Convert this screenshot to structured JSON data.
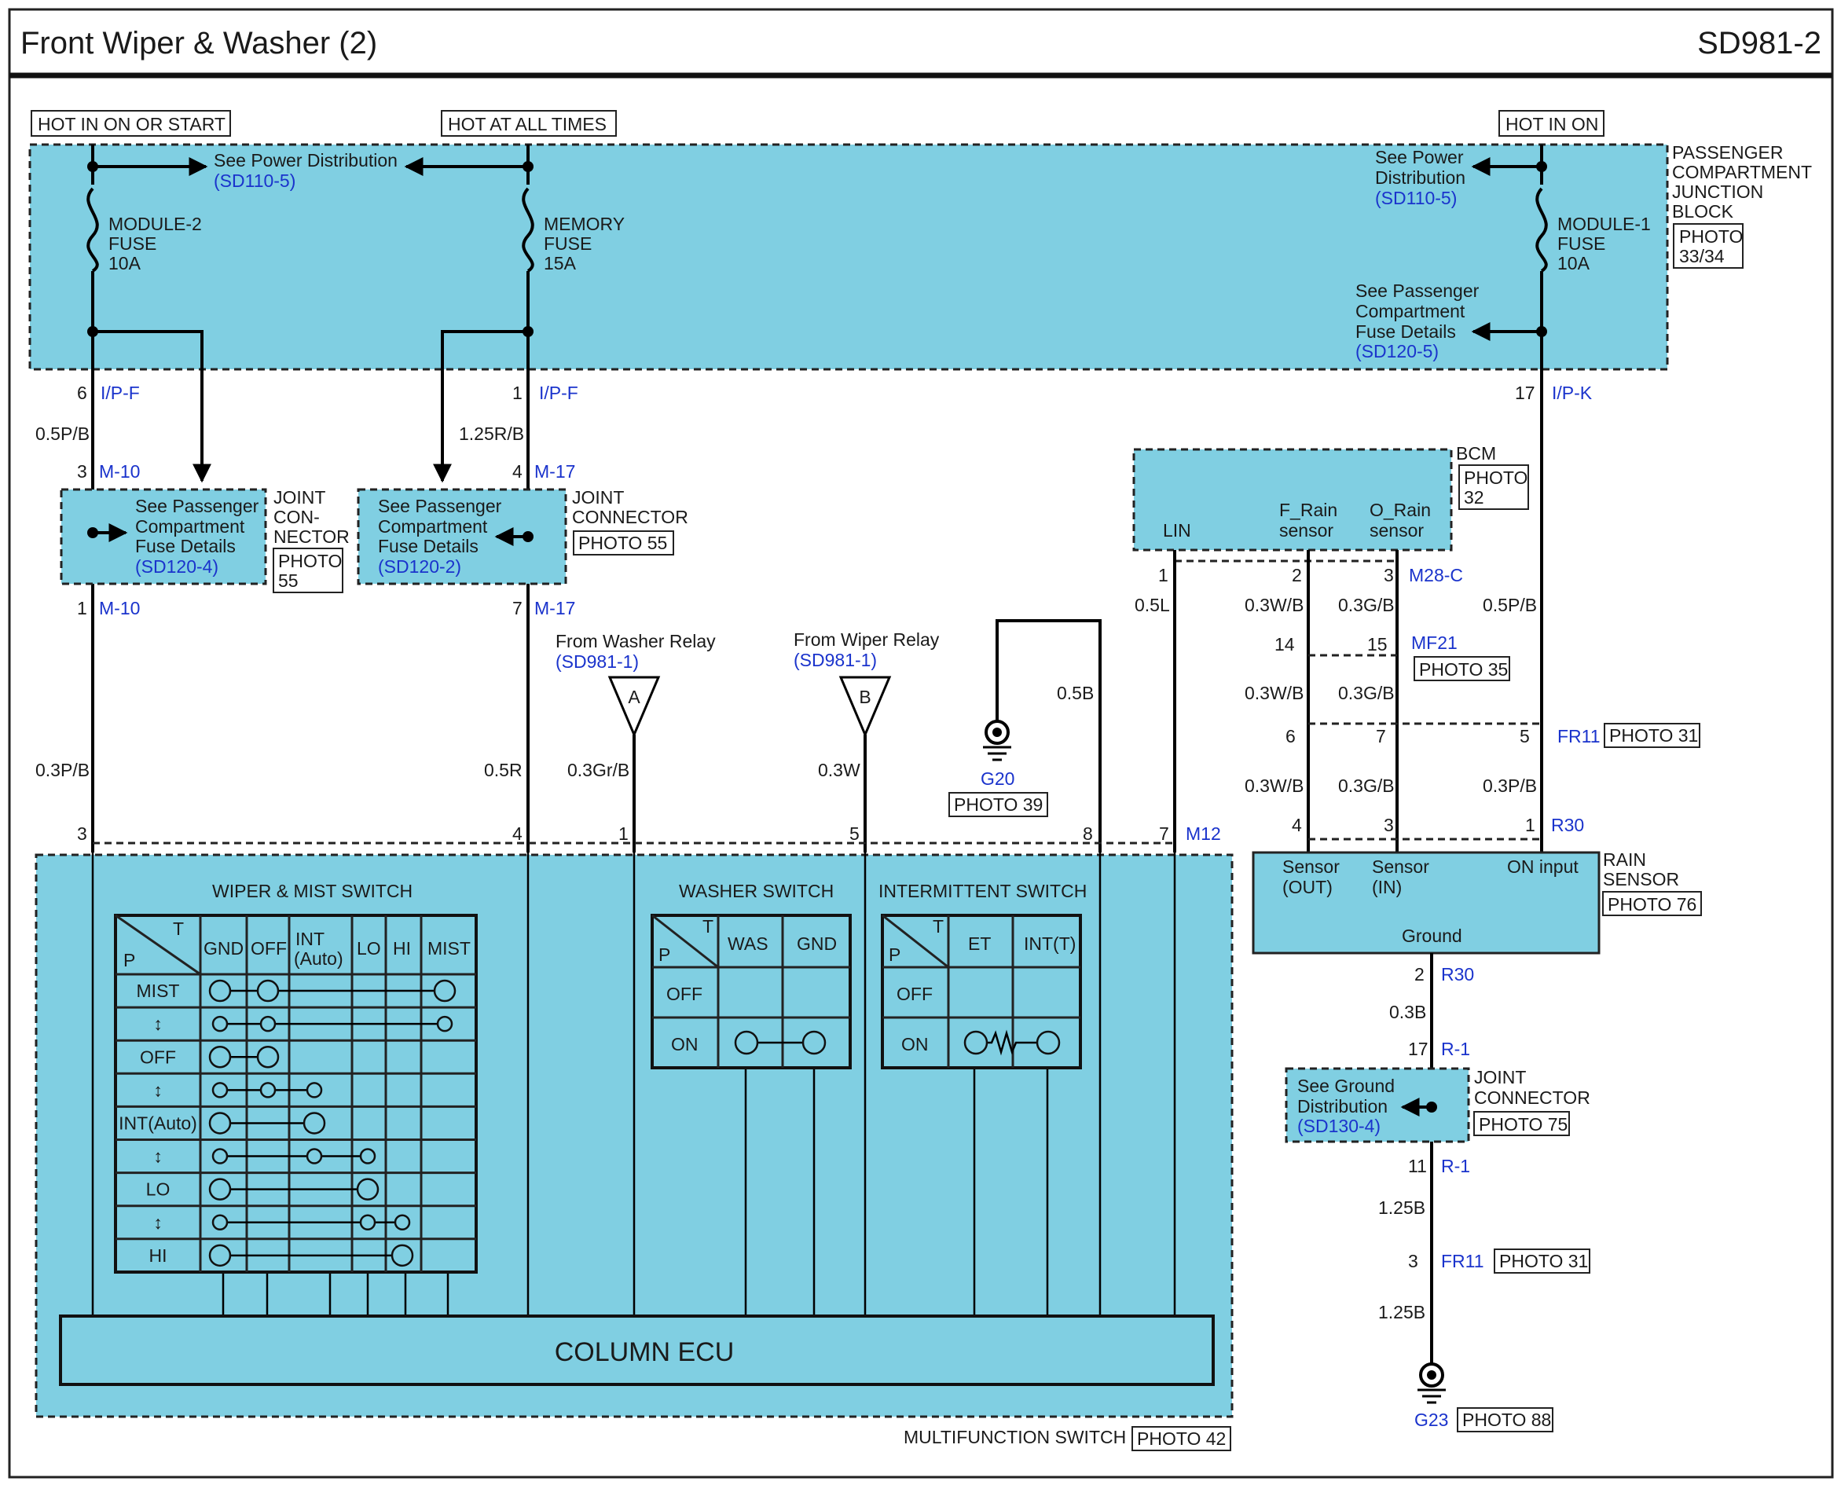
{
  "header": {
    "title": "Front Wiper & Washer (2)",
    "code": "SD981-2"
  },
  "colors": {
    "fill": "#80cfe2",
    "wire": "#000000",
    "ref": "#1a33cc",
    "frame": "#1a1a1a"
  },
  "power": {
    "hot_start": "HOT IN ON OR START",
    "hot_all": "HOT AT ALL TIMES",
    "hot_on": "HOT IN ON"
  },
  "junction_block": {
    "label": [
      "PASSENGER",
      "COMPARTMENT",
      "JUNCTION",
      "BLOCK"
    ],
    "photo": [
      "PHOTO",
      "33/34"
    ],
    "see_power_left": {
      "line": "See Power Distribution",
      "ref": "(SD110-5)"
    },
    "see_power_right": {
      "lines": [
        "See Power",
        "Distribution"
      ],
      "ref": "(SD110-5)"
    },
    "see_fuse_right": {
      "lines": [
        "See Passenger",
        "Compartment",
        "Fuse Details"
      ],
      "ref": "(SD120-5)"
    },
    "fuse_module2": [
      "MODULE-2",
      "FUSE",
      "10A"
    ],
    "fuse_memory": [
      "MEMORY",
      "FUSE",
      "15A"
    ],
    "fuse_module1": [
      "MODULE-1",
      "FUSE",
      "10A"
    ]
  },
  "pins": {
    "p6": "6",
    "p1": "1",
    "p17": "17",
    "p3": "3",
    "p4": "4",
    "p1b": "1",
    "p7": "7",
    "p1c": "1",
    "p2": "2",
    "p3b": "3",
    "p14": "14",
    "p15": "15",
    "p6b": "6",
    "p7b": "7",
    "p5": "5",
    "p4b": "4",
    "p3c": "3",
    "p1d": "1",
    "m3": "3",
    "m4": "4",
    "m1": "1",
    "m5": "5",
    "m8": "8",
    "m7": "7",
    "r2": "2",
    "r17": "17",
    "r11": "11",
    "r3": "3"
  },
  "connectors": {
    "ipf": "I/P-F",
    "ipk": "I/P-K",
    "m10": "M-10",
    "m17": "M-17",
    "m28c": "M28-C",
    "mf21": "MF21",
    "fr11": "FR11",
    "r30": "R30",
    "m12": "M12",
    "r1": "R-1"
  },
  "wires": {
    "w05pb": "0.5P/B",
    "w125rb": "1.25R/B",
    "w03pb_l": "0.3P/B",
    "w05r": "0.5R",
    "w03grb": "0.3Gr/B",
    "w03w": "0.3W",
    "w05b": "0.5B",
    "w05l": "0.5L",
    "w03wb_a": "0.3W/B",
    "w03gb_a": "0.3G/B",
    "w05pb_r": "0.5P/B",
    "w03wb_b": "0.3W/B",
    "w03gb_b": "0.3G/B",
    "w03wb_c": "0.3W/B",
    "w03gb_c": "0.3G/B",
    "w03pb_r": "0.3P/B",
    "w03b": "0.3B",
    "w125b_a": "1.25B",
    "w125b_b": "1.25B"
  },
  "joint_left": {
    "label": [
      "JOINT",
      "CON-",
      "NECTOR"
    ],
    "photo": [
      "PHOTO",
      "55"
    ],
    "see": [
      "See Passenger",
      "Compartment",
      "Fuse Details"
    ],
    "ref": "(SD120-4)"
  },
  "joint_mid": {
    "label": [
      "JOINT",
      "CONNECTOR"
    ],
    "photo": "PHOTO 55",
    "see": [
      "See Passenger",
      "Compartment",
      "Fuse Details"
    ],
    "ref": "(SD120-2)"
  },
  "bcm": {
    "label": "BCM",
    "photo": [
      "PHOTO",
      "32"
    ],
    "lin": "LIN",
    "f_rain": [
      "F_Rain",
      "sensor"
    ],
    "o_rain": [
      "O_Rain",
      "sensor"
    ]
  },
  "mf21_photo": "PHOTO 35",
  "fr11_photo": "PHOTO 31",
  "washer_relay": {
    "line": "From Washer Relay",
    "ref": "(SD981-1)",
    "tag": "A"
  },
  "wiper_relay": {
    "line": "From Wiper Relay",
    "ref": "(SD981-1)",
    "tag": "B"
  },
  "g20": {
    "name": "G20",
    "photo": "PHOTO 39"
  },
  "rain_sensor": {
    "label": [
      "RAIN",
      "SENSOR"
    ],
    "photo": "PHOTO 76",
    "sensor_out": [
      "Sensor",
      "(OUT)"
    ],
    "sensor_in": [
      "Sensor",
      "(IN)"
    ],
    "on_input": "ON input",
    "ground": "Ground"
  },
  "joint_ground": {
    "label": [
      "JOINT",
      "CONNECTOR"
    ],
    "photo": "PHOTO 75",
    "see": [
      "See Ground",
      "Distribution"
    ],
    "ref": "(SD130-4)"
  },
  "fr11b_photo": "PHOTO 31",
  "g23": {
    "name": "G23",
    "photo": "PHOTO 88"
  },
  "multifunction": {
    "label": "MULTIFUNCTION SWITCH",
    "photo": "PHOTO 42",
    "ecu": "COLUMN ECU",
    "wiper_title": "WIPER & MIST SWITCH",
    "washer_title": "WASHER SWITCH",
    "int_title": "INTERMITTENT SWITCH",
    "t": "T",
    "p": "P",
    "wiper_cols": [
      "GND",
      "OFF",
      "INT",
      "(Auto)",
      "LO",
      "HI",
      "MIST"
    ],
    "wiper_rows": [
      "MIST",
      "↕",
      "OFF",
      "↕",
      "INT(Auto)",
      "↕",
      "LO",
      "↕",
      "HI"
    ],
    "washer_cols": [
      "WAS",
      "GND"
    ],
    "washer_rows": [
      "OFF",
      "ON"
    ],
    "int_cols": [
      "ET",
      "INT(T)"
    ],
    "int_rows": [
      "OFF",
      "ON"
    ]
  }
}
